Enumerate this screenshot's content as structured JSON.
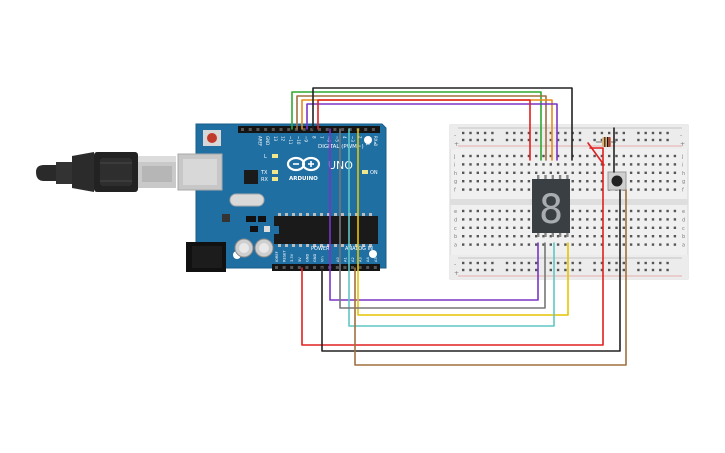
{
  "board": {
    "brand": "ARDUINO",
    "model": "UNO",
    "digital_label": "DIGITAL (PWM~)",
    "power_label": "POWER",
    "analog_label": "ANALOG IN",
    "aref_label": "AREF",
    "gnd_label": "GND",
    "tx_label": "TX",
    "rx_label": "RX",
    "l_label": "L",
    "on_label": "ON",
    "ioref_label": "IOREF",
    "reset_label": "RESET",
    "v33_label": "3.3V",
    "v5_label": "5V",
    "vin_label": "Vin",
    "digital_pins": [
      "13",
      "12",
      "~11",
      "~10",
      "~9",
      "8",
      "7",
      "~6",
      "~5",
      "4",
      "~3",
      "2",
      "TX▸1",
      "RX◂0"
    ],
    "analog_pins": [
      "A0",
      "A1",
      "A2",
      "A3",
      "A4",
      "A5"
    ]
  },
  "breadboard": {
    "columns": [
      "a",
      "b",
      "c",
      "d",
      "e",
      "f",
      "g",
      "h",
      "i",
      "j"
    ],
    "rail_plus": "+",
    "rail_minus": "-"
  },
  "display": {
    "digit": "8"
  },
  "colors": {
    "board": "#1f6fa3",
    "wire_red": "#e02020",
    "wire_black": "#222222",
    "wire_green": "#2fa82f",
    "wire_orange": "#e88a1a",
    "wire_purple": "#7a35c4",
    "wire_yellow": "#e6c400",
    "wire_cyan": "#5ec7c4",
    "wire_brown": "#a0703f",
    "wire_gray": "#777777"
  }
}
